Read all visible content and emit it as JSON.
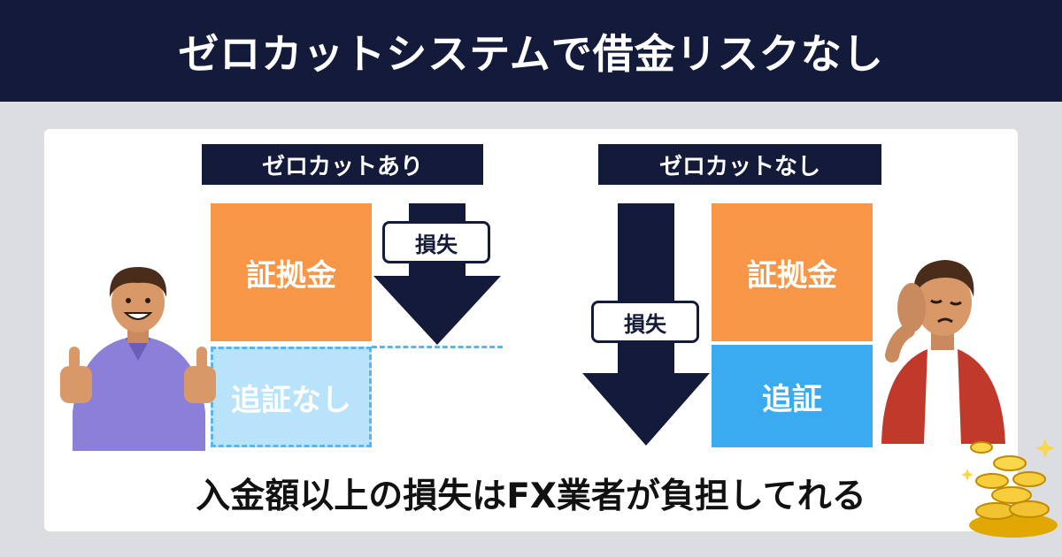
{
  "header": {
    "title": "ゼロカットシステムで借金リスクなし"
  },
  "left": {
    "label": "ゼロカットあり",
    "margin_block": "証拠金",
    "no_margin_call": "追証なし",
    "loss_tag": "損失"
  },
  "right": {
    "label": "ゼロカットなし",
    "margin_block": "証拠金",
    "margin_call": "追証",
    "loss_tag": "損失"
  },
  "caption": "入金額以上の損失はFX業者が負担してれる",
  "colors": {
    "navy": "#141a3a",
    "orange": "#f79646",
    "blue": "#3aabf0",
    "light_blue": "#b9e3fb"
  }
}
